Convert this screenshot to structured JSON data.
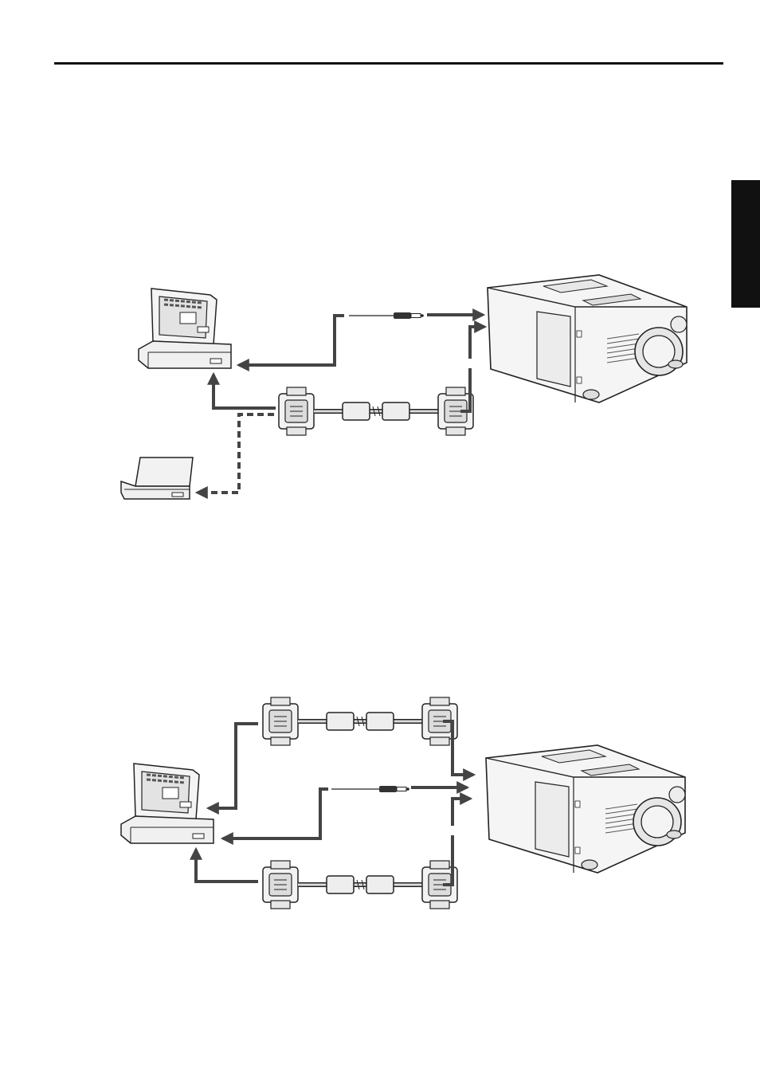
{
  "page": {
    "background_color": "#ffffff",
    "line_color": "#111111",
    "tab_color": "#111111"
  },
  "diagrams": [
    {
      "id": "diagram-1",
      "devices": [
        "desktop-computer",
        "laptop-computer",
        "projector"
      ],
      "cables": [
        "audio-cable",
        "rgb-cable",
        "rgb-cable-dashed-to-laptop"
      ]
    },
    {
      "id": "diagram-2",
      "devices": [
        "desktop-computer",
        "projector"
      ],
      "cables": [
        "rgb-cable-upper",
        "audio-cable",
        "rgb-cable-lower"
      ]
    }
  ],
  "icons": {
    "monitor": "crt-monitor-icon",
    "cpu": "desktop-base-icon",
    "laptop": "laptop-icon",
    "projector": "projector-icon",
    "connector": "d-sub-connector-icon",
    "plug": "stereo-mini-plug-icon"
  }
}
